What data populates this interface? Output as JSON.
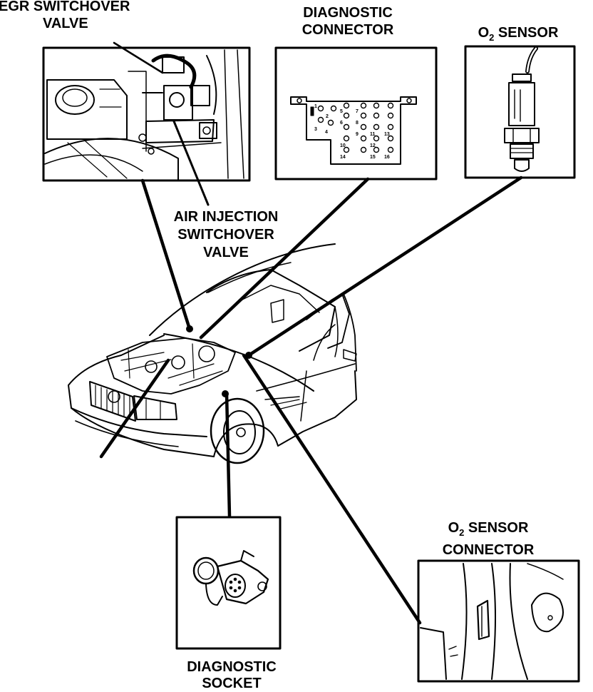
{
  "labels": {
    "egr_valve": {
      "line1": "EGR SWITCHOVER",
      "line2": "VALVE"
    },
    "diag_connector": {
      "line1": "DIAGNOSTIC",
      "line2": "CONNECTOR"
    },
    "o2_sensor": {
      "prefix": "O",
      "sub": "2",
      "suffix": " SENSOR"
    },
    "air_valve": {
      "line1": "AIR INJECTION",
      "line2": "SWITCHOVER",
      "line3": "VALVE"
    },
    "o2_connector": {
      "prefix": "O",
      "sub": "2",
      "suffix": " SENSOR",
      "line2": "CONNECTOR"
    },
    "diag_socket": {
      "line1": "DIAGNOSTIC",
      "line2": "SOCKET"
    }
  },
  "connector_pins": [
    "1",
    "2",
    "3",
    "4",
    "5",
    "6",
    "7",
    "8",
    "9",
    "10",
    "11",
    "12",
    "13",
    "14",
    "15",
    "16"
  ]
}
